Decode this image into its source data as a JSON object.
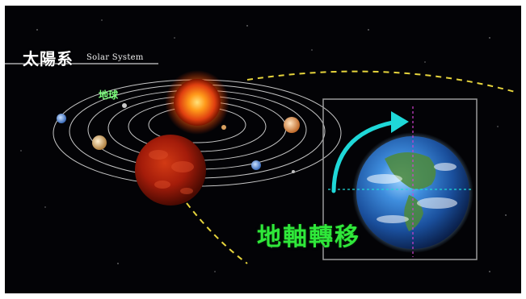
{
  "title": {
    "main": "太陽系",
    "sub": "Solar System"
  },
  "labels": {
    "earth_small": "地球",
    "axis_rotation": "地軸轉移"
  },
  "icons": {
    "sun": "sun-icon",
    "red_planet": "red-giant-planet-icon",
    "earth": "earth-globe-icon",
    "rotation_arrow": "rotation-arrow-icon"
  },
  "colors": {
    "background": "#030306",
    "orbit": "#e8e8e8",
    "dashed_path": "#e6d43c",
    "label_green": "#2fe83a",
    "arrow_cyan": "#1fd8d8",
    "axis_magenta": "#d040d0",
    "frame_gray": "#9a9a9a"
  }
}
